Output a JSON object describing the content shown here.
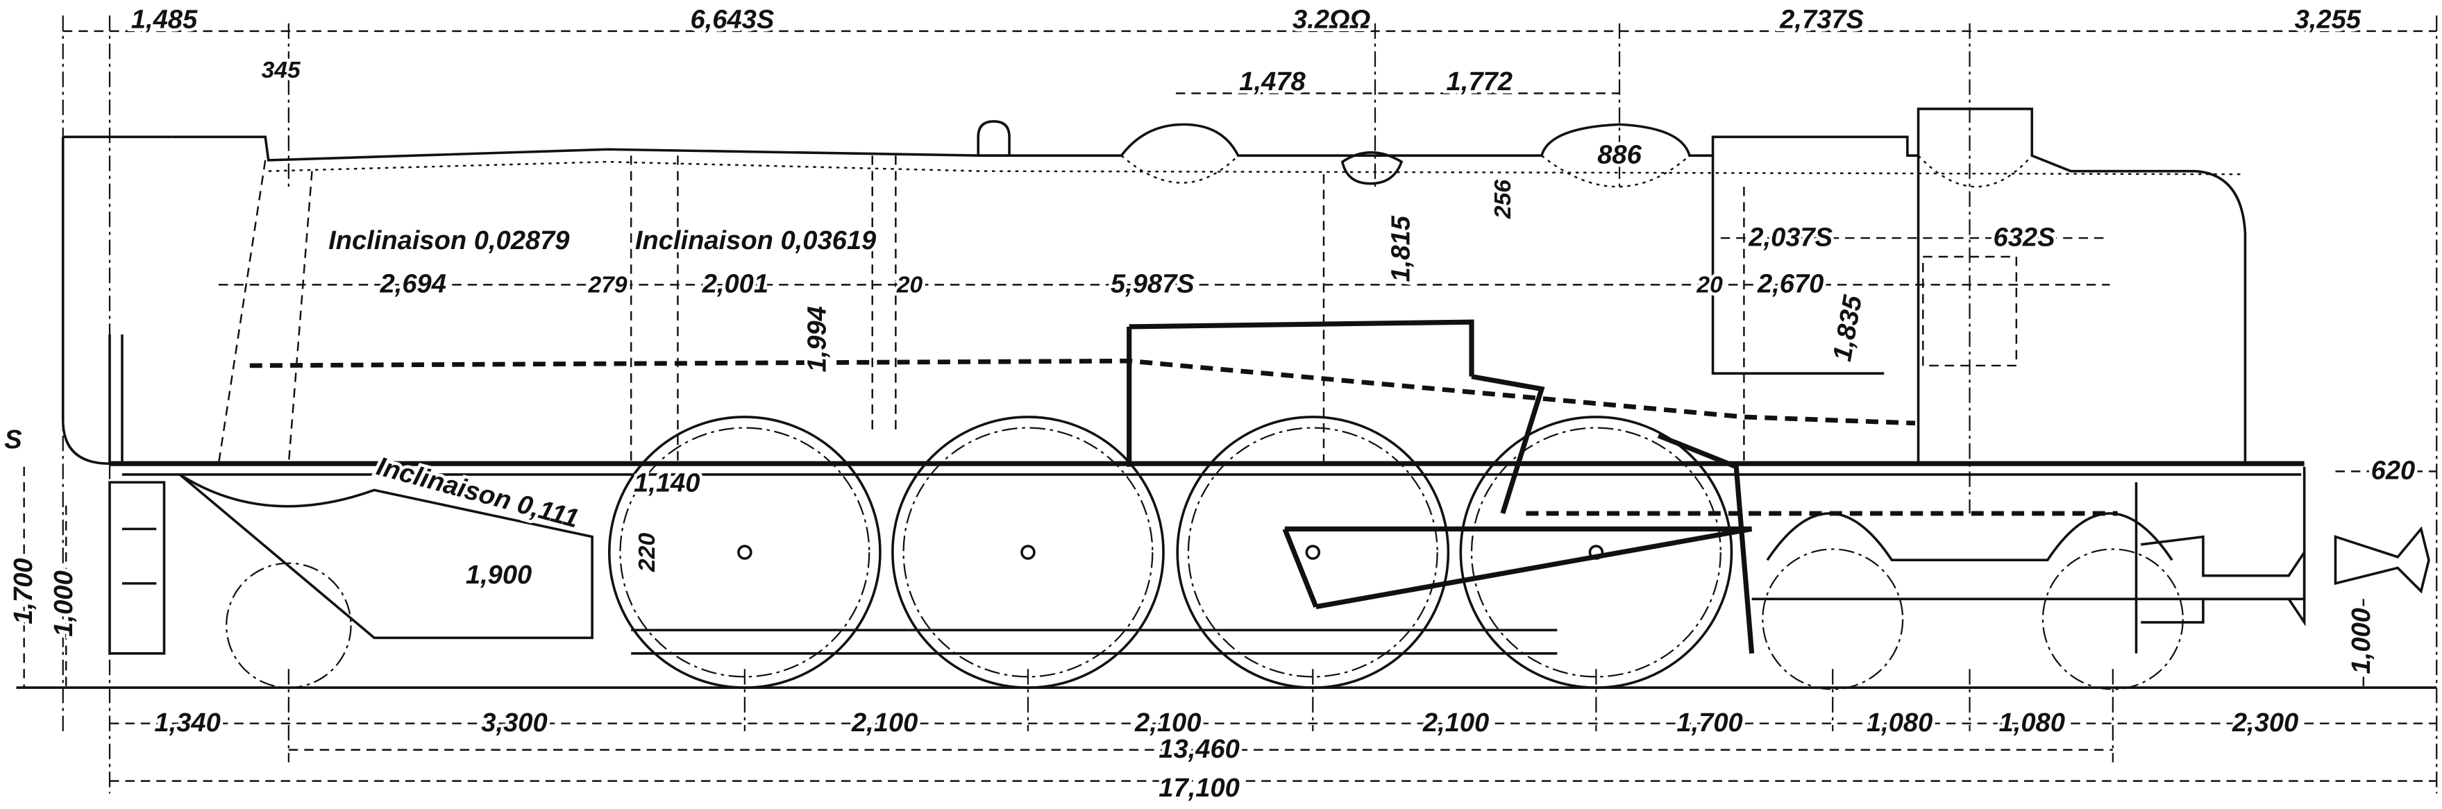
{
  "drawing": {
    "dimensions_top": {
      "d1485": "1,485",
      "d6643": "6,643S",
      "d3250": "3.2ΩΩ",
      "d2737": "2,737S",
      "d3255": "3,255",
      "d345": "345",
      "d1478": "1,478",
      "d1772": "1,772",
      "d886": "886",
      "d256": "256",
      "d2037": "2,037S",
      "d632": "632S"
    },
    "dimensions_boiler": {
      "incl1": "Inclinaison 0,02879",
      "incl2": "Inclinaison 0,03619",
      "d2694": "2,694",
      "d279": "279",
      "d2001": "2,001",
      "d20a": "20",
      "d5987": "5,987S",
      "d20b": "20",
      "d2670": "2,670",
      "d1994": "1,994",
      "d1815": "1,815",
      "d1835": "1,835"
    },
    "dimensions_frame": {
      "incl3": "Inclinaison 0,111",
      "d1140": "1,140",
      "d1900": "1,900",
      "d220": "220",
      "d1700h": "1,700",
      "d1000l": "1,000",
      "d1000r": "1,000",
      "d620": "620",
      "s": "S"
    },
    "dimensions_bottom": {
      "d1340": "1,340",
      "d3300": "3,300",
      "d2100a": "2,100",
      "d2100b": "2,100",
      "d2100c": "2,100",
      "d1700": "1,700",
      "d1080a": "1,080",
      "d1080b": "1,080",
      "d2300": "2,300",
      "d13460": "13,460",
      "d17100": "17,100"
    }
  }
}
